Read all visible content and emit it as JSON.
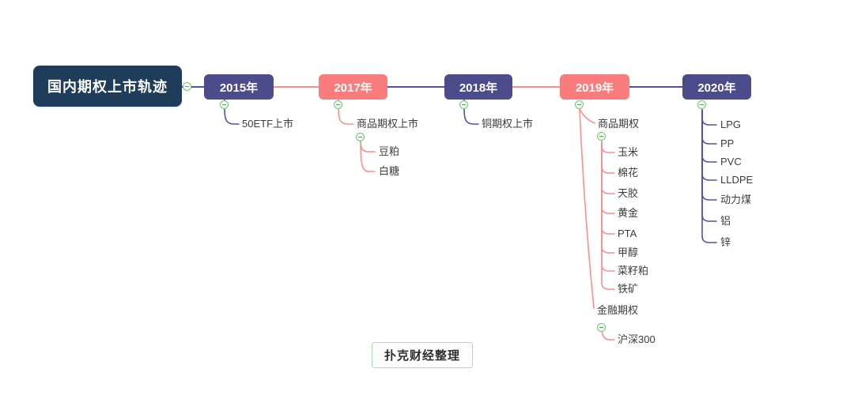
{
  "title": "国内期权上市轨迹",
  "watermark": "扑克财经整理",
  "colors": {
    "root_bg": "#1f3c5b",
    "year_indigo": "#4c4b8b",
    "year_salmon": "#fa7c7d",
    "line_indigo": "#54519e",
    "line_salmon": "#f88f90",
    "collapse_green": "#72c472",
    "watermark_border": "#a9ddbb",
    "leaf_text": "#3c3c3c"
  },
  "timeline": {
    "years": [
      {
        "label": "2015年",
        "theme": "indigo",
        "event": "50ETF上市"
      },
      {
        "label": "2017年",
        "theme": "salmon",
        "event": "商品期权上市",
        "items": [
          "豆粕",
          "白糖"
        ]
      },
      {
        "label": "2018年",
        "theme": "indigo",
        "event": "铜期权上市"
      },
      {
        "label": "2019年",
        "theme": "salmon",
        "groups": [
          {
            "label": "商品期权",
            "items": [
              "玉米",
              "棉花",
              "天胶",
              "黄金",
              "PTA",
              "甲醇",
              "菜籽粕",
              "铁矿"
            ]
          },
          {
            "label": "金融期权",
            "items": [
              "沪深300"
            ]
          }
        ]
      },
      {
        "label": "2020年",
        "theme": "indigo",
        "items": [
          "LPG",
          "PP",
          "PVC",
          "LLDPE",
          "动力煤",
          "铝",
          "锌"
        ]
      }
    ]
  }
}
